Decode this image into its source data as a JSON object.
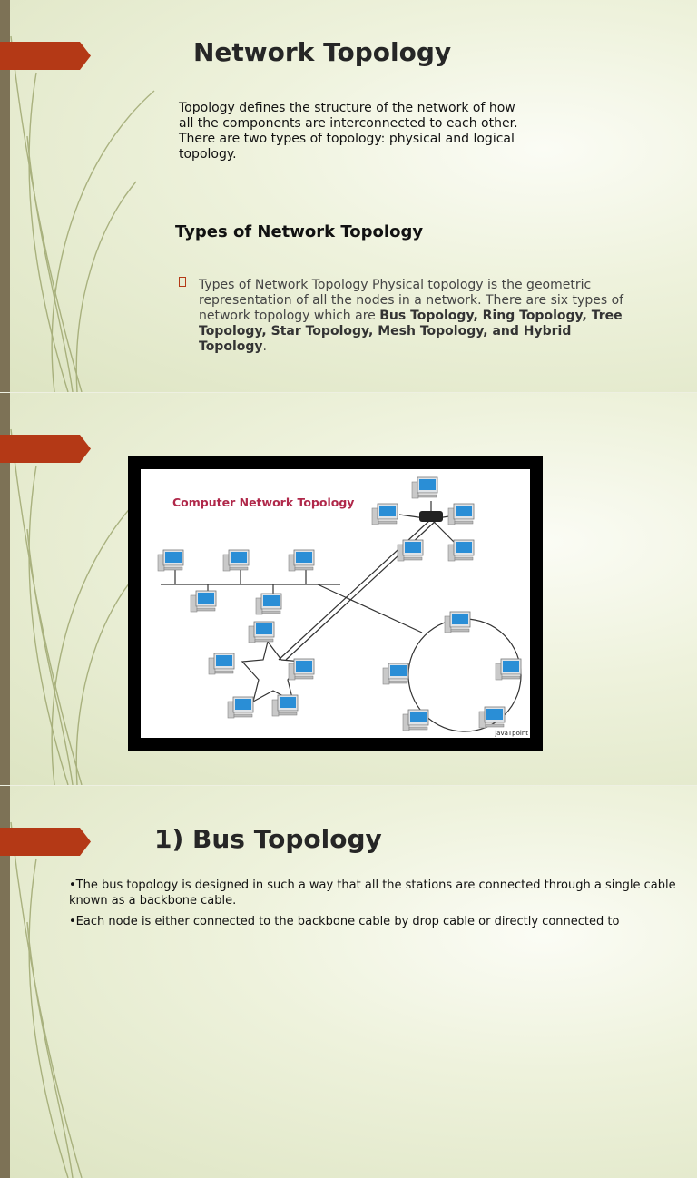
{
  "slide1": {
    "title": "Network Topology",
    "intro": "Topology defines the structure of the network of how all the components are interconnected to each other. There are two types of topology: physical and logical topology.",
    "subtitle": "Types of Network Topology",
    "bullet_plain": "Types of Network Topology Physical topology is the geometric representation of all the nodes in a network. There are six types of network topology which are ",
    "bullet_bold": "Bus Topology, Ring Topology, Tree Topology, Star Topology, Mesh Topology, and Hybrid Topology",
    "bullet_end": "."
  },
  "slide2": {
    "diagram_title": "Computer Network Topology",
    "watermark": "javaTpoint"
  },
  "slide3": {
    "title": "1) Bus Topology",
    "bullets": [
      "•The bus topology is designed in such a way that all the stations are connected through a single cable known as a backbone cable.",
      "•Each node is either connected to the backbone cable by drop cable or directly connected to"
    ]
  },
  "colors": {
    "accent": "#b43916",
    "leftbar": "#7d7256",
    "diagram_title": "#b0284a"
  }
}
